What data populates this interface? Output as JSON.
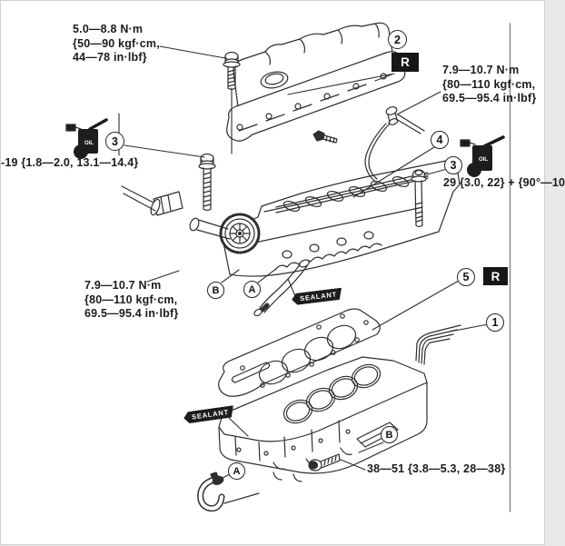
{
  "page": {
    "background": "#ffffff",
    "ink": "#2e2e2e",
    "text_color": "#1b1b1b",
    "page_edge_color": "#8a8a8a"
  },
  "specs": {
    "valve_cover": {
      "l1": "5.0—8.8 N·m",
      "l2": "{50—90 kgf·cm,",
      "l3": "44—78 in·lbf}"
    },
    "cam_cap_upper": {
      "l1": "7.9—10.7 N·m",
      "l2": "{80—110 kgf·cm,",
      "l3": "69.5—95.4 in·lbf}"
    },
    "cam_cap_lower": {
      "l1": "7.9—10.7 N·m",
      "l2": "{80—110 kgf·cm,",
      "l3": "69.5—95.4 in·lbf}"
    },
    "thermostat_partial": "-19 {1.8—2.0, 13.1—14.4}",
    "head_bolt_partial": "29 {3.0, 22} + {90°—10",
    "block_bolt": "38—51 {3.8—5.3, 28—38}"
  },
  "callouts": {
    "n1": "1",
    "n2": "2",
    "n3a": "3",
    "n3b": "3",
    "n4": "4",
    "n5": "5",
    "a_mid": "A",
    "b_mid": "B",
    "a_low": "A",
    "b_low": "B"
  },
  "badges": {
    "r_upper": "R",
    "r_lower": "R"
  },
  "flags": {
    "sealant_mid": "SEALANT",
    "sealant_low": "SEALANT"
  },
  "oil_icons": {
    "left": "OIL",
    "right": "OIL"
  }
}
